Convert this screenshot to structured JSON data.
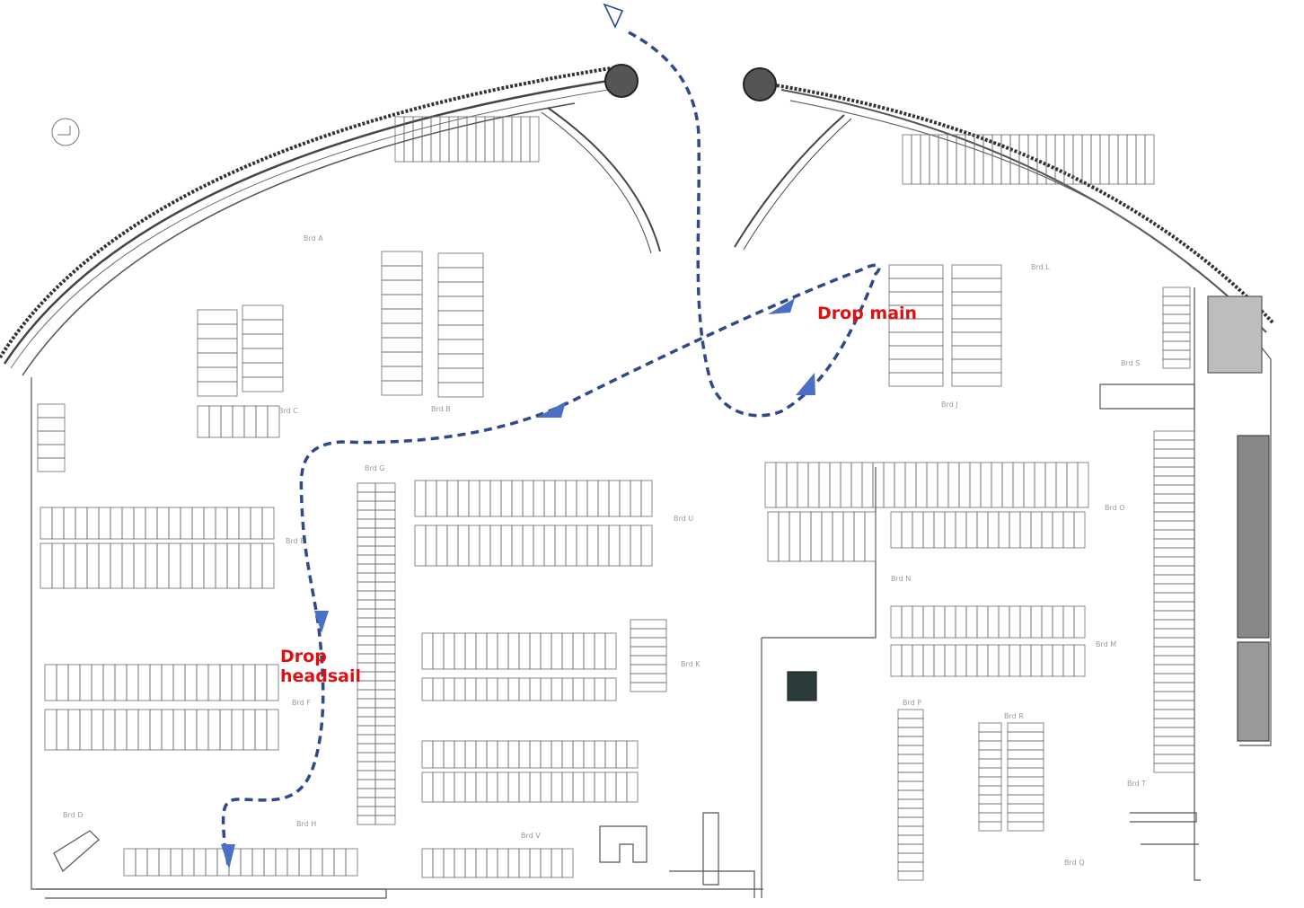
{
  "map": {
    "annotations": {
      "drop_main": "Drop main",
      "drop_headsail_line1": "Drop",
      "drop_headsail_line2": "headsail"
    },
    "pier_labels": [
      "Brd A",
      "Brd B",
      "Brd C",
      "Brd D",
      "Brd E",
      "Brd F",
      "Brd G",
      "Brd H",
      "Brd J",
      "Brd K",
      "Brd L",
      "Brd M",
      "Brd N",
      "Brd O",
      "Brd P",
      "Brd Q",
      "Brd R",
      "Brd S",
      "Brd T",
      "Brd U",
      "Brd V"
    ],
    "route_color": "#2e4a8a",
    "arrow_color": "#4a6fc4",
    "annotation_color": "#e01010",
    "icons": [
      "compass-north-icon",
      "start-triangle-icon"
    ]
  }
}
